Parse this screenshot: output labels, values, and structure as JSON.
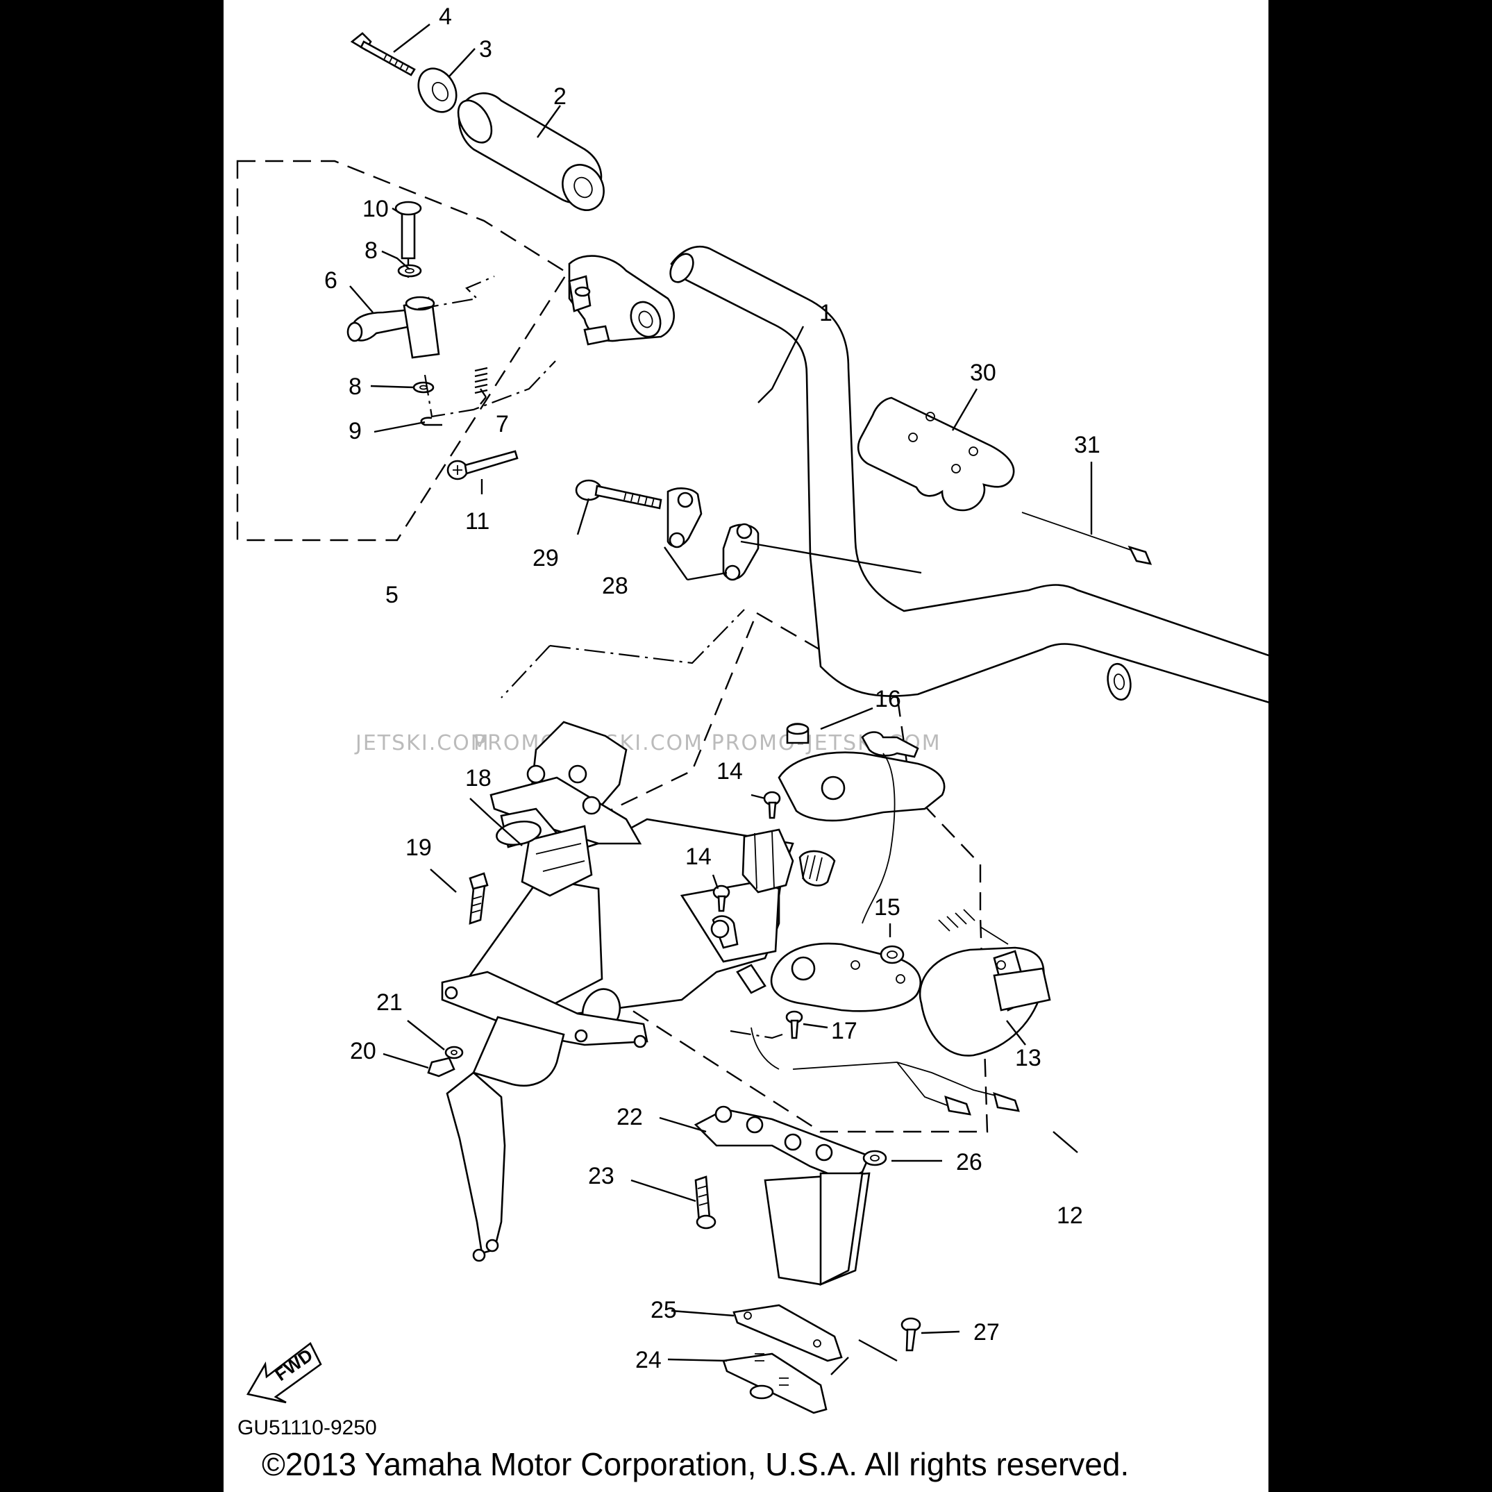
{
  "diagram": {
    "callouts": [
      {
        "id": "4",
        "text": "4"
      },
      {
        "id": "3",
        "text": "3"
      },
      {
        "id": "2",
        "text": "2"
      },
      {
        "id": "10",
        "text": "10"
      },
      {
        "id": "8a",
        "text": "8"
      },
      {
        "id": "6",
        "text": "6"
      },
      {
        "id": "8b",
        "text": "8"
      },
      {
        "id": "7",
        "text": "7"
      },
      {
        "id": "9",
        "text": "9"
      },
      {
        "id": "11",
        "text": "11"
      },
      {
        "id": "5",
        "text": "5"
      },
      {
        "id": "1",
        "text": "1"
      },
      {
        "id": "30",
        "text": "30"
      },
      {
        "id": "31",
        "text": "31"
      },
      {
        "id": "29",
        "text": "29"
      },
      {
        "id": "28",
        "text": "28"
      },
      {
        "id": "16",
        "text": "16"
      },
      {
        "id": "14a",
        "text": "14"
      },
      {
        "id": "14b",
        "text": "14"
      },
      {
        "id": "15",
        "text": "15"
      },
      {
        "id": "17",
        "text": "17"
      },
      {
        "id": "13",
        "text": "13"
      },
      {
        "id": "12",
        "text": "12"
      },
      {
        "id": "18",
        "text": "18"
      },
      {
        "id": "19",
        "text": "19"
      },
      {
        "id": "21",
        "text": "21"
      },
      {
        "id": "20",
        "text": "20"
      },
      {
        "id": "22",
        "text": "22"
      },
      {
        "id": "26",
        "text": "26"
      },
      {
        "id": "23",
        "text": "23"
      },
      {
        "id": "25",
        "text": "25"
      },
      {
        "id": "27",
        "text": "27"
      },
      {
        "id": "24",
        "text": "24"
      }
    ],
    "fwd_label": "FWD",
    "diagram_code": "GU51110-9250",
    "watermark_left": "JETSKI.COM",
    "watermark_right": "PROMO-JETSKI.COM  PROMO-JETSKI.COM",
    "copyright": "©2013 Yamaha Motor Corporation, U.S.A. All rights reserved."
  }
}
